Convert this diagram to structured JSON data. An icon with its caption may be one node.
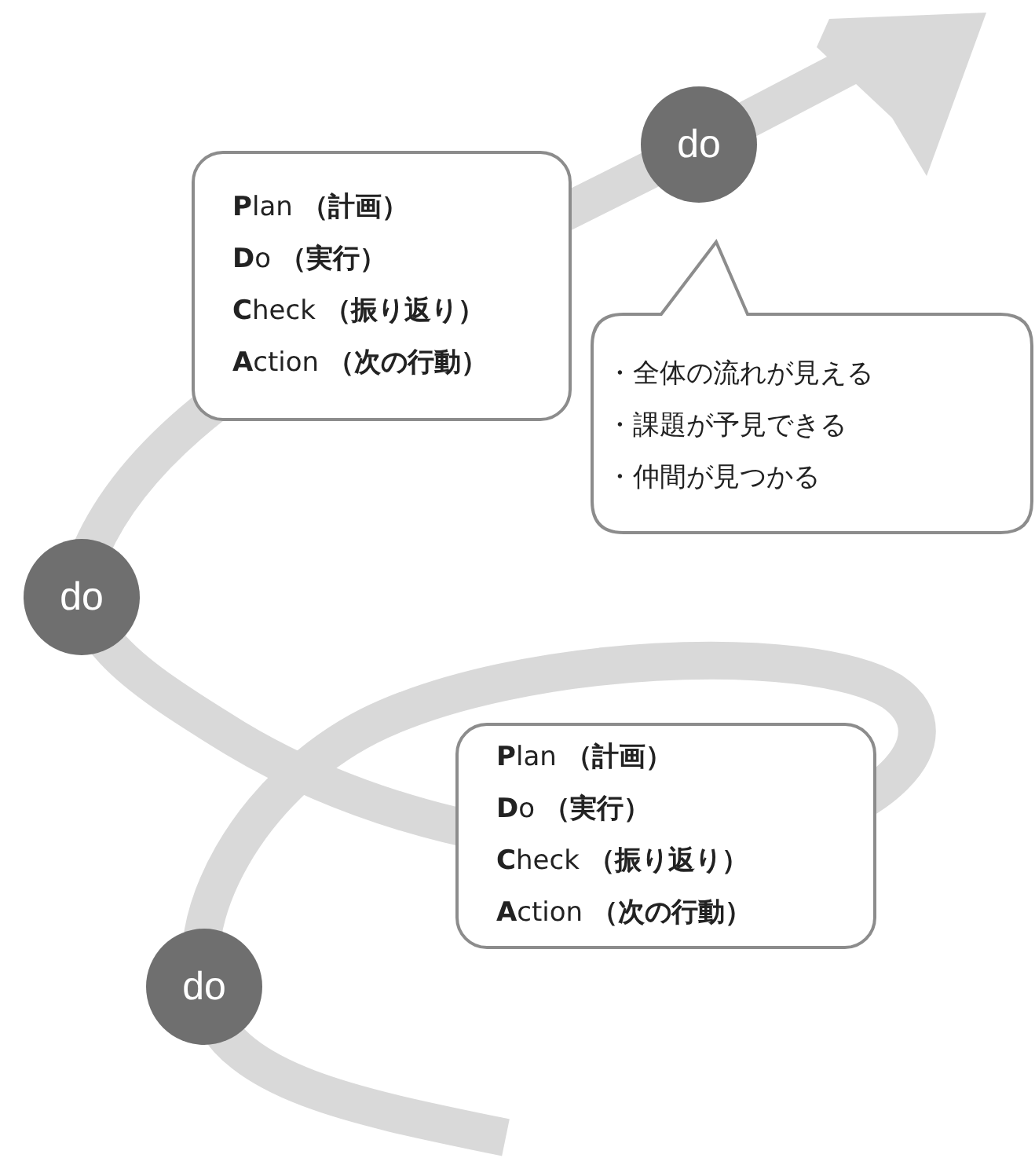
{
  "diagram": {
    "nodes": [
      {
        "text": [
          "**P**lan **（計画）**",
          "**D**o **（実行）**",
          "**C**heck **（振り返り）**",
          "**A**ction **（次の行動）**"
        ]
      },
      {
        "text": [
          "do"
        ]
      },
      {
        "text": [
          "・全体の流れが見える",
          "・課題が予見できる",
          "・仲間が見つかる"
        ]
      },
      {
        "text": [
          "do"
        ]
      },
      {
        "text": [
          "**P**lan **（計画）**",
          "**D**o **（実行）**",
          "**C**heck **（振り返り）**",
          "**A**ction **（次の行動）**"
        ]
      },
      {
        "text": [
          "do"
        ]
      }
    ]
  }
}
